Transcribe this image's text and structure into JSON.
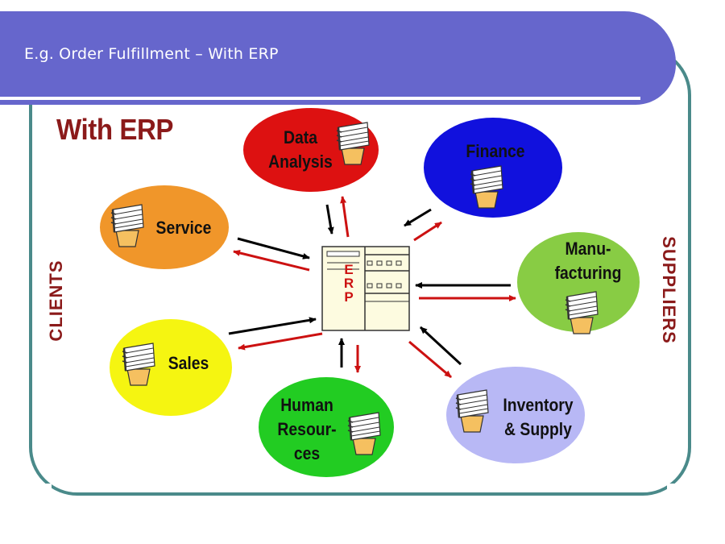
{
  "slide": {
    "title": "E.g. Order Fulfillment – With ERP",
    "heading": "With ERP",
    "left_side_label": "CLIENTS",
    "right_side_label": "SUPPLIERS",
    "center_label": "ERP"
  },
  "modules": {
    "data_analysis": "Data\nAnalysis",
    "finance": "Finance",
    "service": "Service",
    "manufacturing": "Manu-\nfacturing",
    "sales": "Sales",
    "inventory": "Inventory\n& Supply",
    "human_resources": "Human\nResour-\nces"
  },
  "colors": {
    "banner": "#6666cc",
    "frame": "#4a8a8a",
    "heading_text": "#8b1a1a",
    "arrow_out": "#cc1111",
    "arrow_in": "#000000",
    "data_analysis": "#dd1111",
    "finance": "#1111dd",
    "service": "#f0962a",
    "manufacturing": "#88cc44",
    "sales": "#f5f511",
    "inventory": "#b8b8f5",
    "human_resources": "#22cc22"
  },
  "icons": [
    "paper-stack-icon"
  ]
}
